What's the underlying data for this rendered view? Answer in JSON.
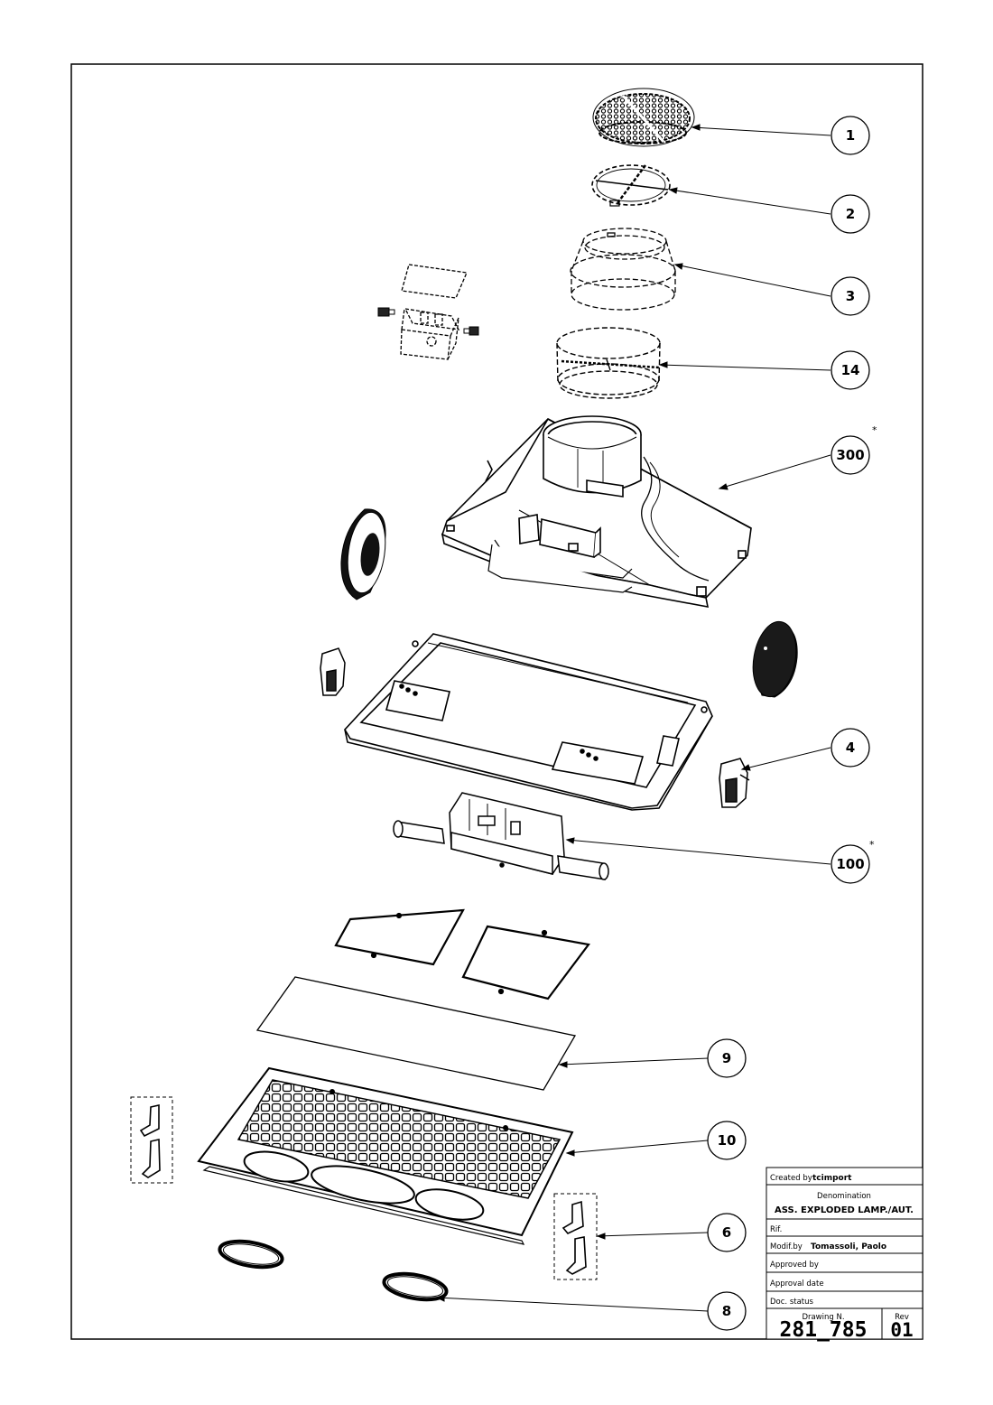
{
  "callouts": [
    {
      "label": "1",
      "starred": false
    },
    {
      "label": "2",
      "starred": false
    },
    {
      "label": "3",
      "starred": false
    },
    {
      "label": "14",
      "starred": false
    },
    {
      "label": "300",
      "starred": true
    },
    {
      "label": "4",
      "starred": false
    },
    {
      "label": "100",
      "starred": true
    },
    {
      "label": "9",
      "starred": false
    },
    {
      "label": "10",
      "starred": false
    },
    {
      "label": "6",
      "starred": false
    },
    {
      "label": "8",
      "starred": false
    }
  ],
  "star_mark": "*",
  "title_block": {
    "created_label": "Created by",
    "created_value": "tcimport",
    "denomination_label": "Denomination",
    "denomination_value": "ASS. EXPLODED LAMP./AUT.",
    "rif_label": "Rif.",
    "modif_label": "Modif.by",
    "modif_value": "Tomassoli, Paolo",
    "approved_label": "Approved by",
    "approval_date_label": "Approval date",
    "doc_status_label": "Doc. status",
    "drawing_label": "Drawing N.",
    "drawing_value": "281_785",
    "rev_label": "Rev",
    "rev_value": "01"
  }
}
